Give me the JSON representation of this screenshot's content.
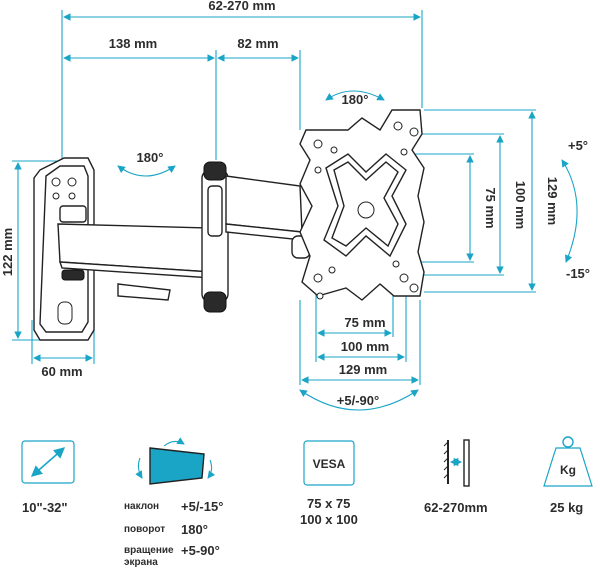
{
  "dimensions": {
    "extension_range": "62-270 mm",
    "arm_segment_1": "138 mm",
    "arm_segment_2": "82 mm",
    "wall_plate_height": "122 mm",
    "wall_plate_width": "60 mm",
    "swivel_top": "180°",
    "rotation_top": "180°",
    "vesa_75": "75 mm",
    "vesa_100": "100 mm",
    "plate_129": "129 mm",
    "vesa_75_h": "75 mm",
    "vesa_100_h": "100 mm",
    "plate_129_h": "129 mm",
    "tilt_up": "+5°",
    "tilt_down": "-15°",
    "rotation_bottom": "+5/-90°"
  },
  "specs": {
    "screen_size": "10\"-32\"",
    "vesa_badge": "VESA",
    "vesa_values_1": "75 x 75",
    "vesa_values_2": "100 x 100",
    "distance": "62-270mm",
    "weight_badge": "Kg",
    "weight": "25 kg",
    "tilt_label": "наклон",
    "tilt_value": "+5/-15°",
    "swivel_label": "поворот",
    "swivel_value": "180°",
    "rotate_label_1": "вращение",
    "rotate_label_2": "экрана",
    "rotate_value": "+5-90°"
  },
  "colors": {
    "accent": "#1aa5c7",
    "text": "#2c2c2c",
    "outline": "#222222"
  },
  "icons": [
    "screen-diagonal-icon",
    "tilt-screen-icon",
    "vesa-icon",
    "wall-distance-icon",
    "weight-icon"
  ]
}
